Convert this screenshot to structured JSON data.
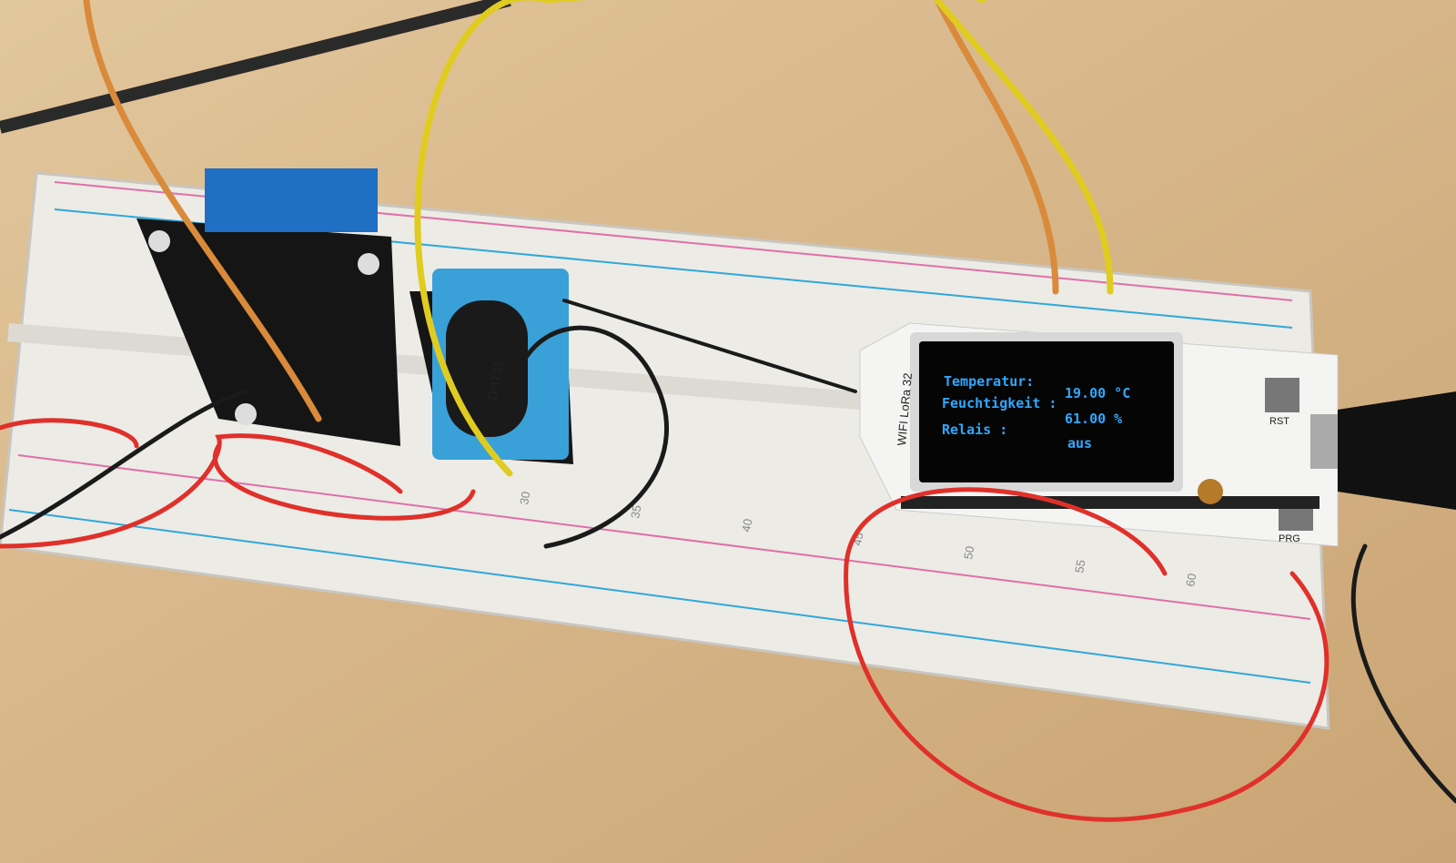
{
  "oled": {
    "rows": [
      {
        "label": "Temperatur:",
        "value": "19.00 °C"
      },
      {
        "label": "Feuchtigkeit :",
        "value": "61.00 %"
      },
      {
        "label": "Relais :",
        "value": "aus"
      }
    ]
  },
  "board": {
    "label": "WIFI LoRa 32",
    "rst": "RST",
    "prg": "PRG"
  },
  "sensor": {
    "label": "DHT11"
  },
  "breadboard": {
    "column_numbers": [
      "30",
      "35",
      "40",
      "45",
      "50",
      "55",
      "60"
    ]
  },
  "colors": {
    "table": "#d9b98e",
    "breadboard": "#ecebe6",
    "relay_terminal": "#1f6fc4",
    "sensor": "#3aa0d8",
    "oled_text": "#2fa8ff",
    "wire_red": "#e0302a",
    "wire_yellow": "#e0cc20",
    "wire_orange": "#d98a3a",
    "wire_black": "#1a1a1a"
  }
}
